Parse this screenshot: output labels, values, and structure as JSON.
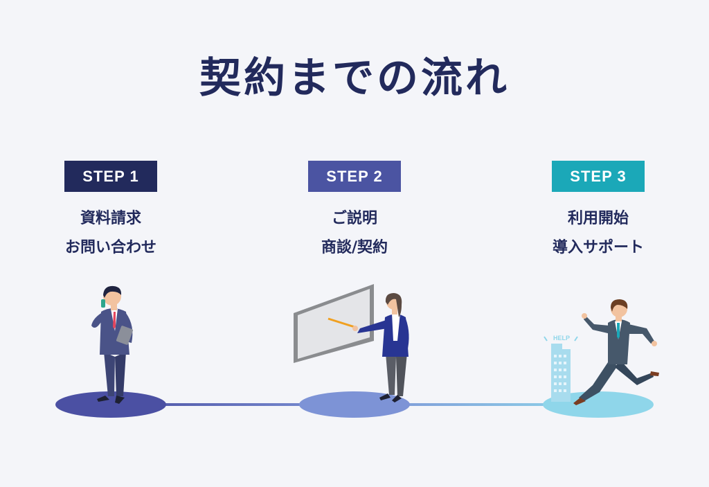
{
  "title": "契約までの流れ",
  "colors": {
    "background": "#f4f5f9",
    "title_text": "#222a5c",
    "step1": "#222a5c",
    "step2": "#4b54a2",
    "step3": "#1ba8b8",
    "platform1": "#4b50a3",
    "platform2": "#7d93d6",
    "platform3": "#8fd6ea"
  },
  "steps": [
    {
      "badge": "STEP 1",
      "line1": "資料請求",
      "line2": "お問い合わせ"
    },
    {
      "badge": "STEP 2",
      "line1": "ご説明",
      "line2": "商談/契約"
    },
    {
      "badge": "STEP 3",
      "line1": "利用開始",
      "line2": "導入サポート"
    }
  ],
  "building_sign": "HELP"
}
